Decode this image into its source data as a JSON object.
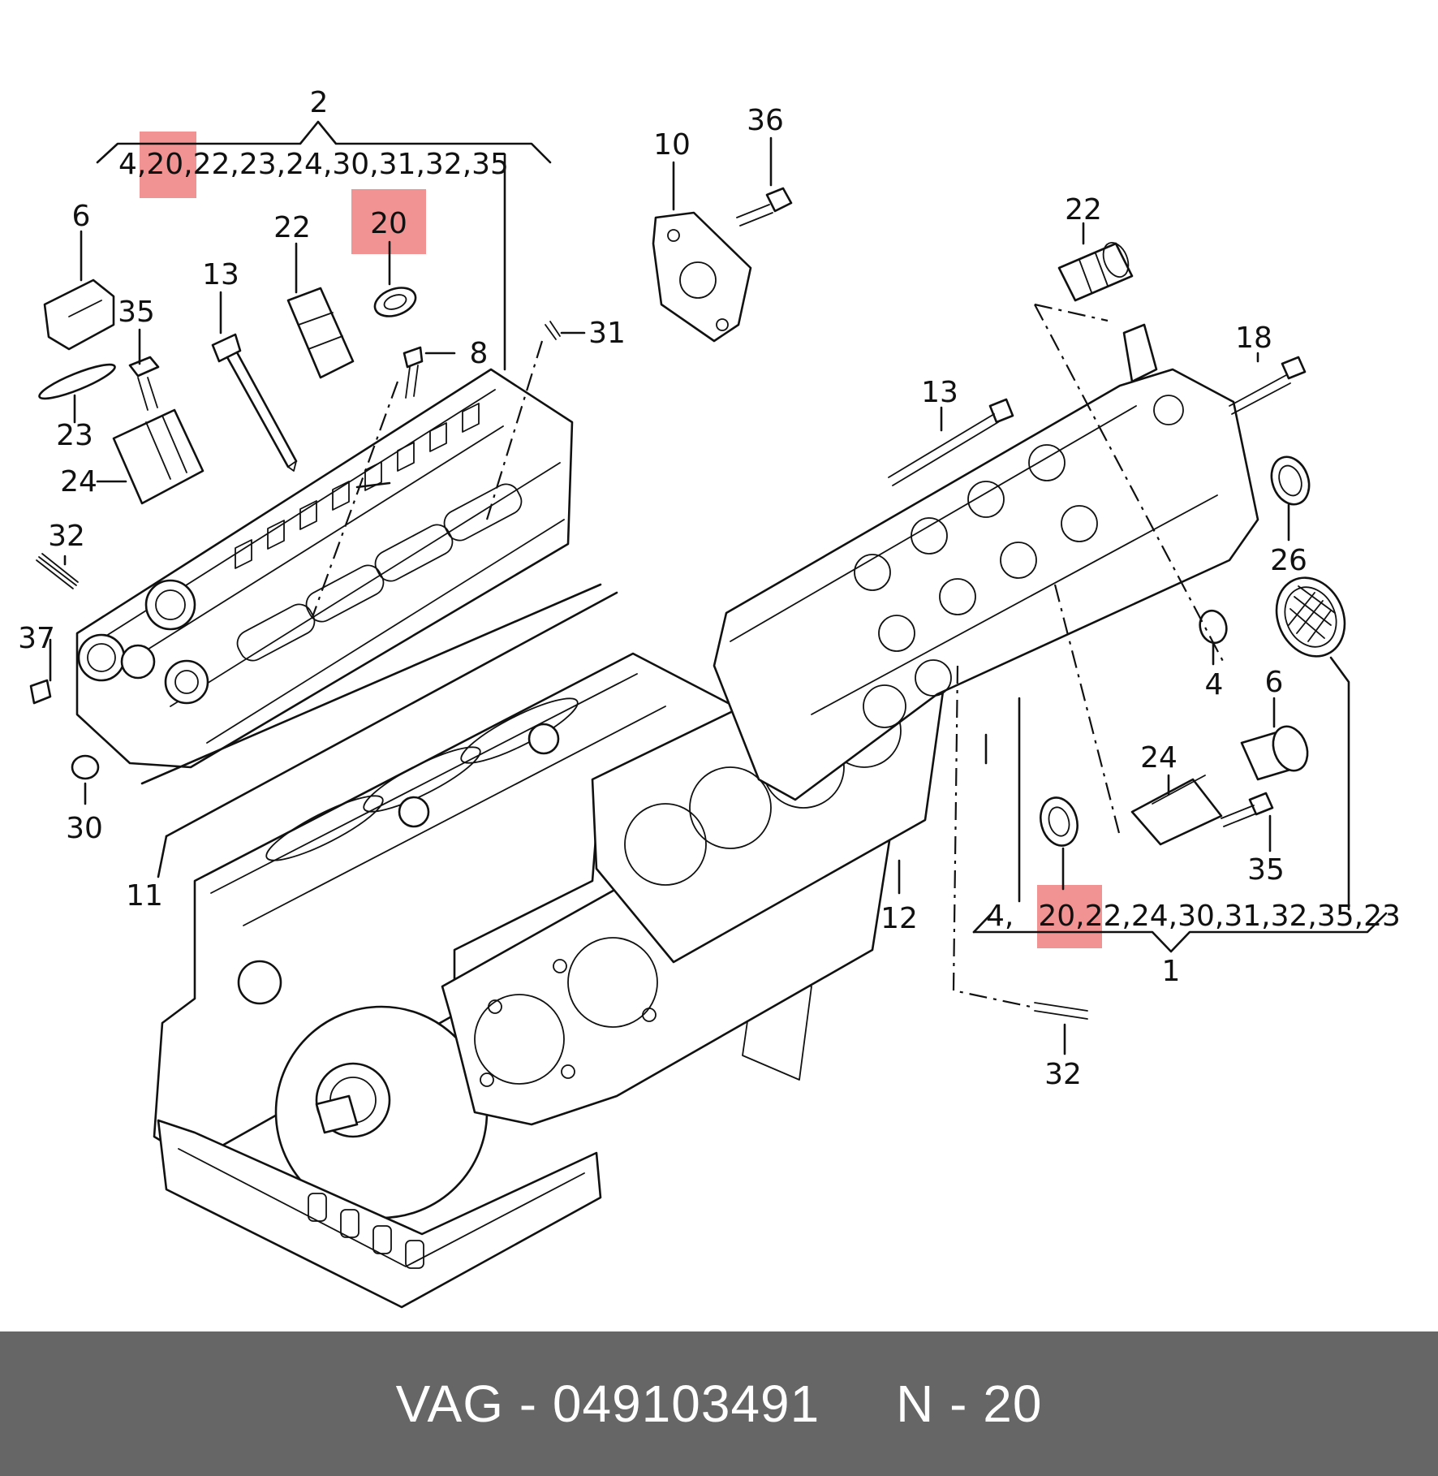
{
  "labels": {
    "group_left": "2",
    "group_left_list_pre": "4,",
    "group_left_list_hl": "20,",
    "group_left_list_post": "22,23,24,30,31,32,35",
    "group_right": "1",
    "group_right_list_pre": "4,",
    "group_right_list_hl": "20,2",
    "group_right_list_post": "2,24,30,31,32,35,23",
    "l6": "6",
    "l35a": "35",
    "l23": "23",
    "l24a": "24",
    "l32a": "32",
    "l37": "37",
    "l30": "30",
    "l11": "11",
    "l13a": "13",
    "l22a": "22",
    "l20": "20",
    "l8": "8",
    "l31": "31",
    "l10": "10",
    "l36": "36",
    "l22b": "22",
    "l18": "18",
    "l13b": "13",
    "l26": "26",
    "l4": "4",
    "l6b": "6",
    "l24b": "24",
    "l35b": "35",
    "l12": "12",
    "l32b": "32"
  },
  "highlight_color": "#f08080",
  "footer": {
    "brand": "VAG",
    "part_number": "049103491",
    "position_label": "N - 20",
    "background": "#666666"
  }
}
